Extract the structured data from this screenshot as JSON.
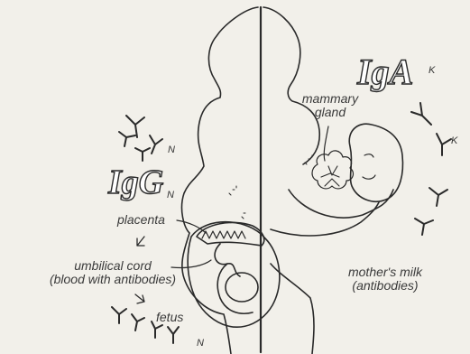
{
  "labels": {
    "igg": "IgG",
    "igg_sub": "N",
    "iga": "IgA",
    "iga_sub": "K",
    "antibody_k": "K",
    "antibody_n_top": "N",
    "antibody_n_bottom": "N",
    "mammary_gland_line1": "mammary",
    "mammary_gland_line2": "gland",
    "placenta": "placenta",
    "umbilical_line1": "umbilical cord",
    "umbilical_line2": "(blood with antibodies)",
    "fetus": "fetus",
    "milk_line1": "mother's milk",
    "milk_line2": "(antibodies)"
  },
  "colors": {
    "ink": "#2a2a2a",
    "paper": "#f2f0ea"
  }
}
